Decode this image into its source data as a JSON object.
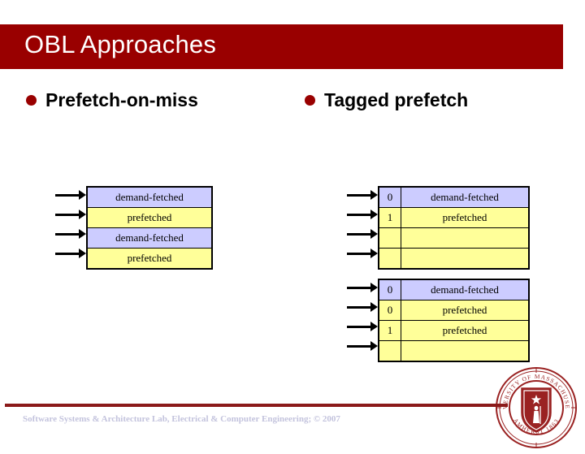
{
  "slide": {
    "title": "OBL Approaches",
    "title_bar_color": "#990000",
    "background_color": "#ffffff"
  },
  "bullets": [
    {
      "id": "prefetch-on-miss",
      "label": "Prefetch-on-miss",
      "dot_color": "#990000"
    },
    {
      "id": "tagged-prefetch",
      "label": "Tagged prefetch",
      "dot_color": "#990000"
    }
  ],
  "diagrams": {
    "prefetch_on_miss": {
      "caption": "Prefetch-on-miss",
      "has_tag_column": false,
      "rows": [
        {
          "tag": "",
          "label": "demand-fetched",
          "kind": "demand",
          "color": "#ccccff",
          "arrow": true
        },
        {
          "tag": "",
          "label": "prefetched",
          "kind": "prefetch",
          "color": "#ffff99",
          "arrow": true
        },
        {
          "tag": "",
          "label": "demand-fetched",
          "kind": "demand",
          "color": "#ccccff",
          "arrow": true
        },
        {
          "tag": "",
          "label": "prefetched",
          "kind": "prefetch",
          "color": "#ffff99",
          "arrow": true
        }
      ]
    },
    "tagged_prefetch_top": {
      "caption": "Tagged prefetch",
      "has_tag_column": true,
      "rows": [
        {
          "tag": "0",
          "label": "demand-fetched",
          "kind": "demand",
          "color": "#ccccff",
          "arrow": true
        },
        {
          "tag": "1",
          "label": "prefetched",
          "kind": "prefetch",
          "color": "#ffff99",
          "arrow": true
        },
        {
          "tag": "",
          "label": "",
          "kind": "empty",
          "color": "#ffff99",
          "arrow": true
        },
        {
          "tag": "",
          "label": "",
          "kind": "empty",
          "color": "#ffff99",
          "arrow": true
        }
      ]
    },
    "tagged_prefetch_bottom": {
      "caption": "Tagged prefetch",
      "has_tag_column": true,
      "rows": [
        {
          "tag": "0",
          "label": "demand-fetched",
          "kind": "demand",
          "color": "#ccccff",
          "arrow": true
        },
        {
          "tag": "0",
          "label": "prefetched",
          "kind": "prefetch",
          "color": "#ffff99",
          "arrow": true
        },
        {
          "tag": "1",
          "label": "prefetched",
          "kind": "prefetch",
          "color": "#ffff99",
          "arrow": true
        },
        {
          "tag": "",
          "label": "",
          "kind": "empty",
          "color": "#ffff99",
          "arrow": true
        }
      ]
    }
  },
  "footer": {
    "text": "Software Systems & Architecture Lab, Electrical & Computer Engineering; © 2007",
    "rule_color": "#8b1a1a",
    "text_color": "#c3c3dd"
  },
  "logo": {
    "name": "umass-amherst-seal",
    "outer_text_top": "UNIVERSITY OF MASSACHUSETTS",
    "outer_text_bottom": "AMHERST 1863",
    "color": "#9a2222"
  }
}
